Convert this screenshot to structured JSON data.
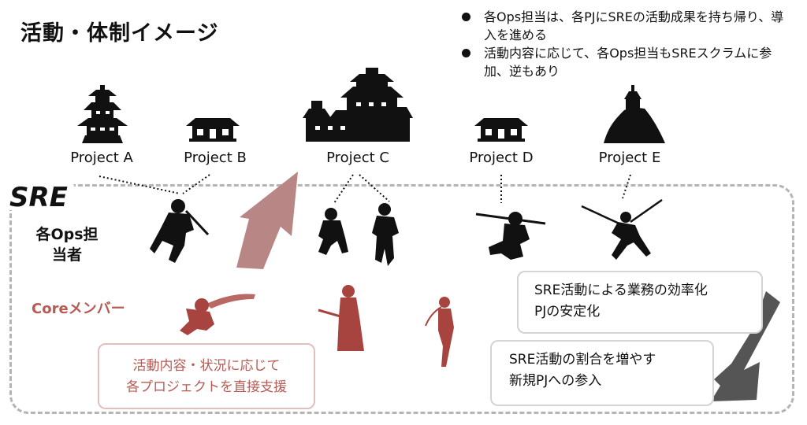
{
  "title": "活動・体制イメージ",
  "bullets": [
    "各Ops担当は、各PJにSREの活動成果を持ち帰り、導入を進める",
    "活動内容に応じて、各Ops担当もSREスクラムに参加、逆もあり"
  ],
  "projects": [
    "Project A",
    "Project B",
    "Project C",
    "Project D",
    "Project E"
  ],
  "logo": "SRE",
  "ops_label": "各Ops担当者",
  "core_label": "Coreメンバー",
  "support_box": [
    "活動内容・状況に応じて",
    "各プロジェクトを直接支援"
  ],
  "efficiency_box": [
    "SRE活動による業務の効率化",
    "PJの安定化"
  ],
  "ratio_box": [
    "SRE活動の割合を増やす",
    "新規PJへの参入"
  ],
  "colors": {
    "core": "#b85a54",
    "core_fill": "#a7443f",
    "up_arrow": "#b98686",
    "down_arrow": "#555555",
    "frame": "#b5b5b5",
    "silhouette": "#111111"
  },
  "icons": [
    "castle-icon",
    "gate-icon",
    "ninja-icon",
    "arrow-up-icon",
    "arrow-down-icon"
  ]
}
